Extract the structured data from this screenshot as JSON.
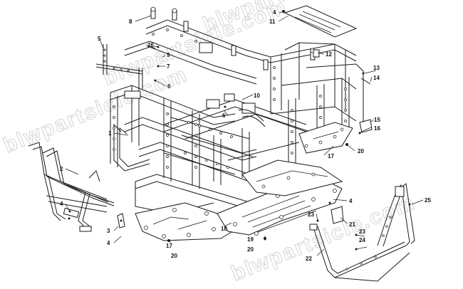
{
  "diagram": {
    "watermark": "blwpartsicle.com",
    "callouts": [
      {
        "id": "c1",
        "label": "1"
      },
      {
        "id": "c2",
        "label": "2"
      },
      {
        "id": "c3",
        "label": "3"
      },
      {
        "id": "c4a",
        "label": "4"
      },
      {
        "id": "c4b",
        "label": "4"
      },
      {
        "id": "c4c",
        "label": "4"
      },
      {
        "id": "c4d",
        "label": "4"
      },
      {
        "id": "c5",
        "label": "5"
      },
      {
        "id": "c6a",
        "label": "6"
      },
      {
        "id": "c6b",
        "label": "6"
      },
      {
        "id": "c7",
        "label": "7"
      },
      {
        "id": "c8",
        "label": "8"
      },
      {
        "id": "c9",
        "label": "9"
      },
      {
        "id": "c10",
        "label": "10"
      },
      {
        "id": "c11",
        "label": "11"
      },
      {
        "id": "c12",
        "label": "12"
      },
      {
        "id": "c13",
        "label": "13"
      },
      {
        "id": "c14",
        "label": "14"
      },
      {
        "id": "c15",
        "label": "15"
      },
      {
        "id": "c16",
        "label": "16"
      },
      {
        "id": "c17a",
        "label": "17"
      },
      {
        "id": "c17b",
        "label": "17"
      },
      {
        "id": "c18",
        "label": "18"
      },
      {
        "id": "c19",
        "label": "19"
      },
      {
        "id": "c20a",
        "label": "20"
      },
      {
        "id": "c20b",
        "label": "20"
      },
      {
        "id": "c20c",
        "label": "20"
      },
      {
        "id": "c21",
        "label": "21"
      },
      {
        "id": "c22",
        "label": "22"
      },
      {
        "id": "c23a",
        "label": "23"
      },
      {
        "id": "c23b",
        "label": "23"
      },
      {
        "id": "c24",
        "label": "24"
      },
      {
        "id": "c25",
        "label": "25"
      },
      {
        "id": "c26",
        "label": "26"
      }
    ]
  }
}
